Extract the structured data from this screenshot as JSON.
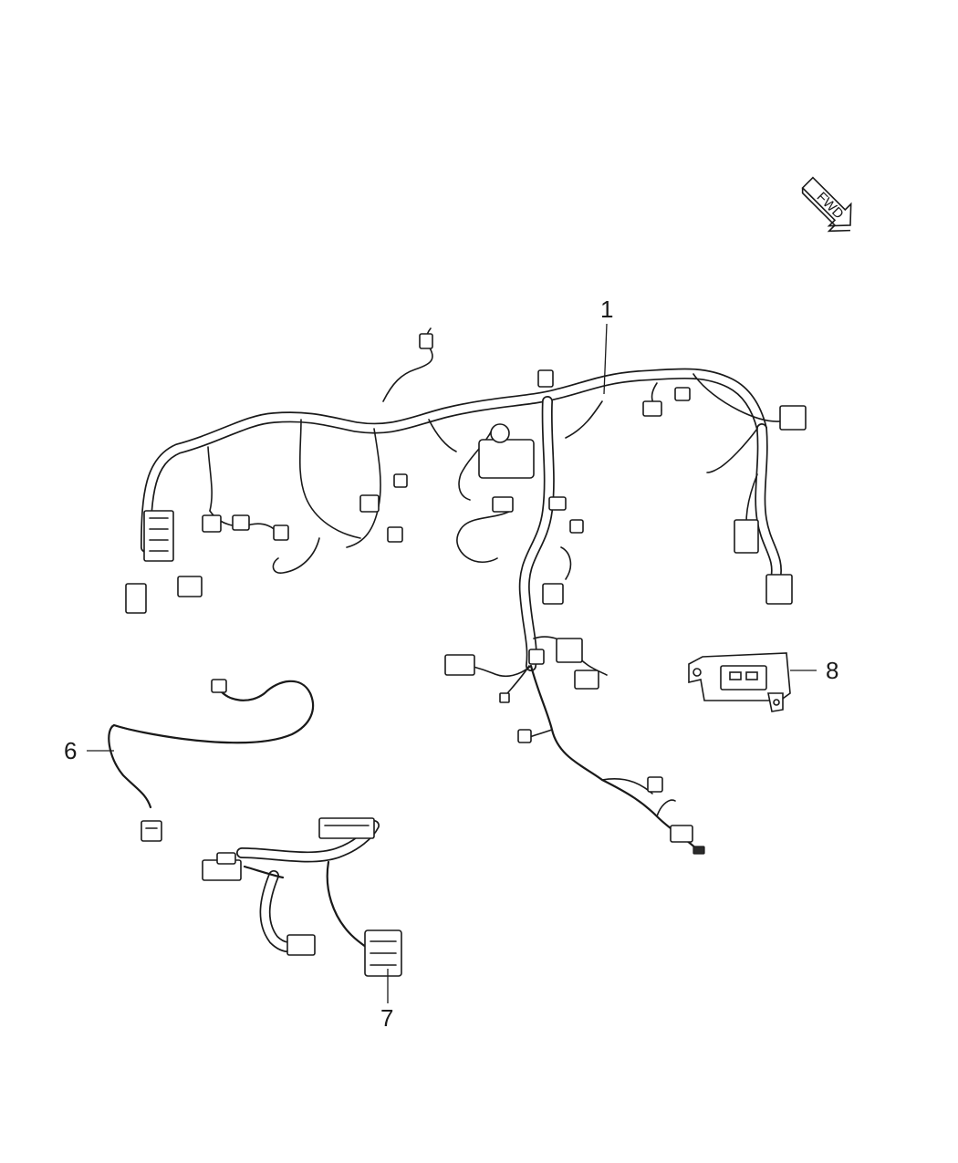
{
  "diagram": {
    "orientation_arrow": {
      "label": "FWD",
      "icon": "fwd-arrow-icon"
    },
    "callouts": [
      {
        "id": "1",
        "label": "1"
      },
      {
        "id": "6",
        "label": "6"
      },
      {
        "id": "7",
        "label": "7"
      },
      {
        "id": "8",
        "label": "8"
      }
    ]
  }
}
